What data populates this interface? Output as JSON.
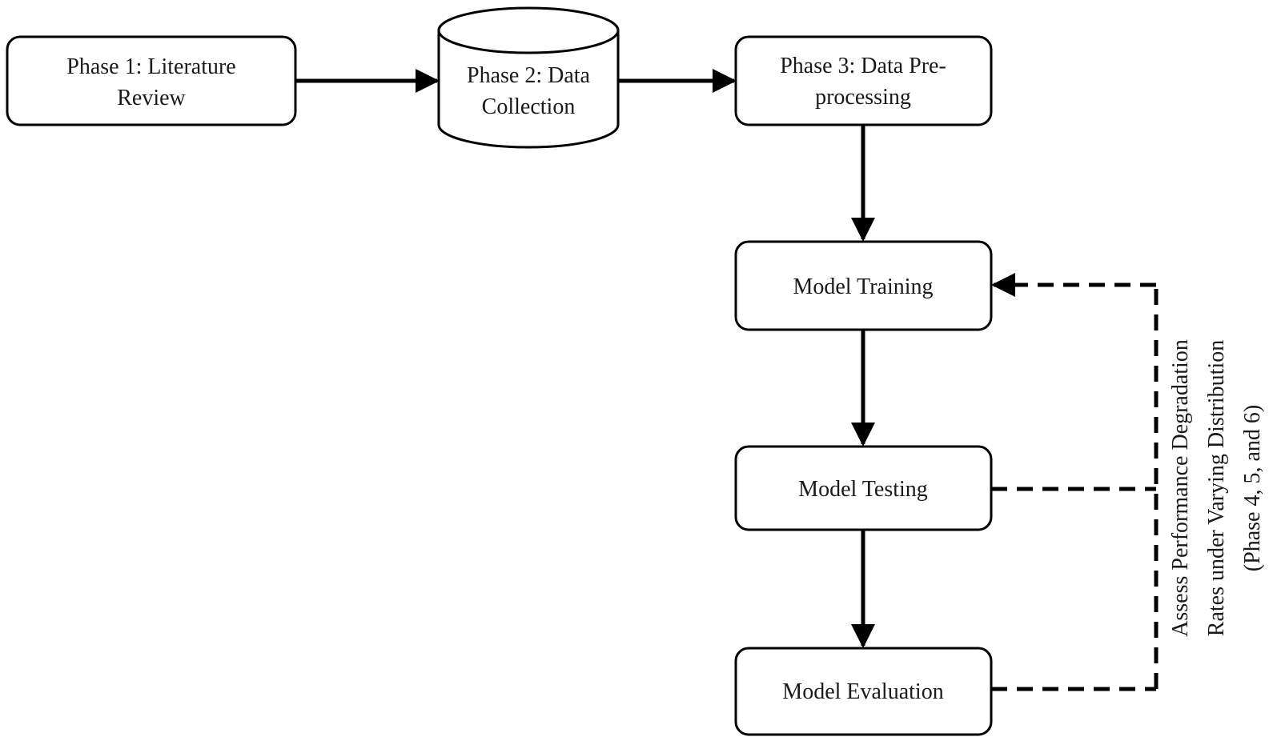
{
  "nodes": {
    "phase1": {
      "lines": [
        "Phase 1: Literature",
        "Review"
      ]
    },
    "phase2": {
      "lines": [
        "Phase 2: Data",
        "Collection"
      ]
    },
    "phase3": {
      "lines": [
        "Phase 3: Data Pre-",
        "processing"
      ]
    },
    "training": {
      "lines": [
        "Model Training"
      ]
    },
    "testing": {
      "lines": [
        "Model Testing"
      ]
    },
    "evaluation": {
      "lines": [
        "Model Evaluation"
      ]
    }
  },
  "feedback_label": {
    "lines": [
      "Assess Performance Degradation",
      "Rates under Varying Distribution",
      "(Phase 4, 5, and 6)"
    ]
  },
  "colors": {
    "stroke": "#000000",
    "text": "#1a1a1a",
    "fill": "#ffffff"
  }
}
